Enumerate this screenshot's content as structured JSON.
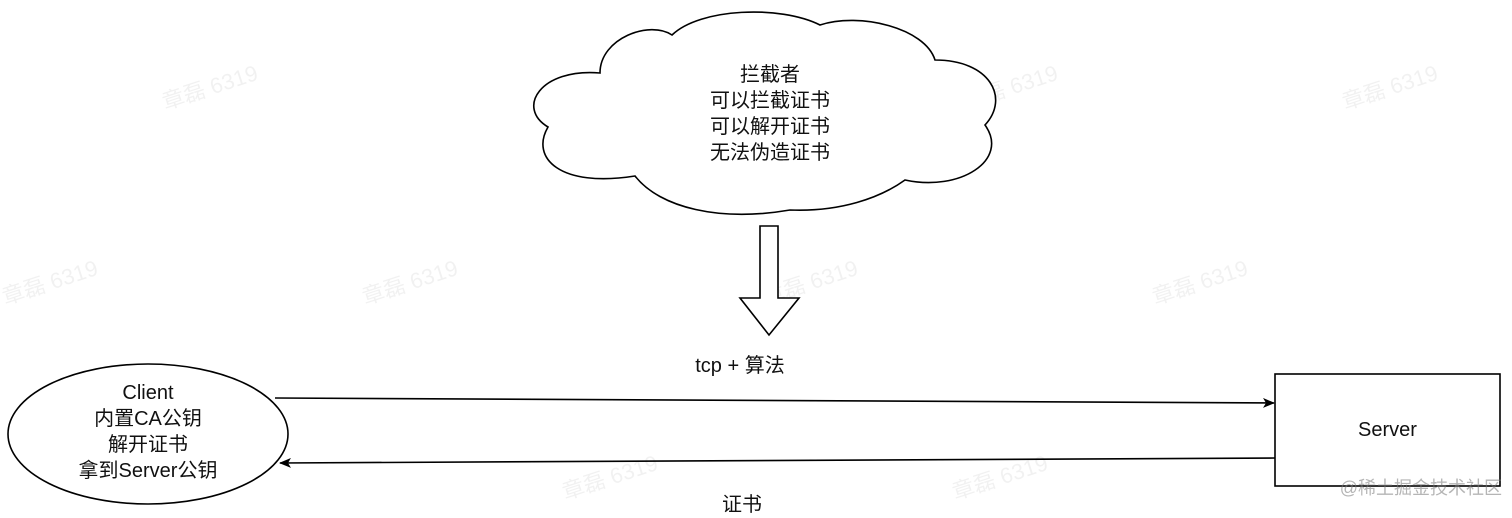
{
  "watermark": "章磊 6319",
  "cloud": {
    "lines": [
      "拦截者",
      "可以拦截证书",
      "可以解开证书",
      "无法伪造证书"
    ]
  },
  "client": {
    "lines": [
      "Client",
      "内置CA公钥",
      "解开证书",
      "拿到Server公钥"
    ]
  },
  "server": {
    "label": "Server"
  },
  "arrows": {
    "top_label": "tcp + 算法",
    "bottom_label": "证书"
  },
  "footer": "@稀土掘金技术社区",
  "colors": {
    "stroke": "#000000",
    "background": "#ffffff",
    "text": "#111111"
  }
}
